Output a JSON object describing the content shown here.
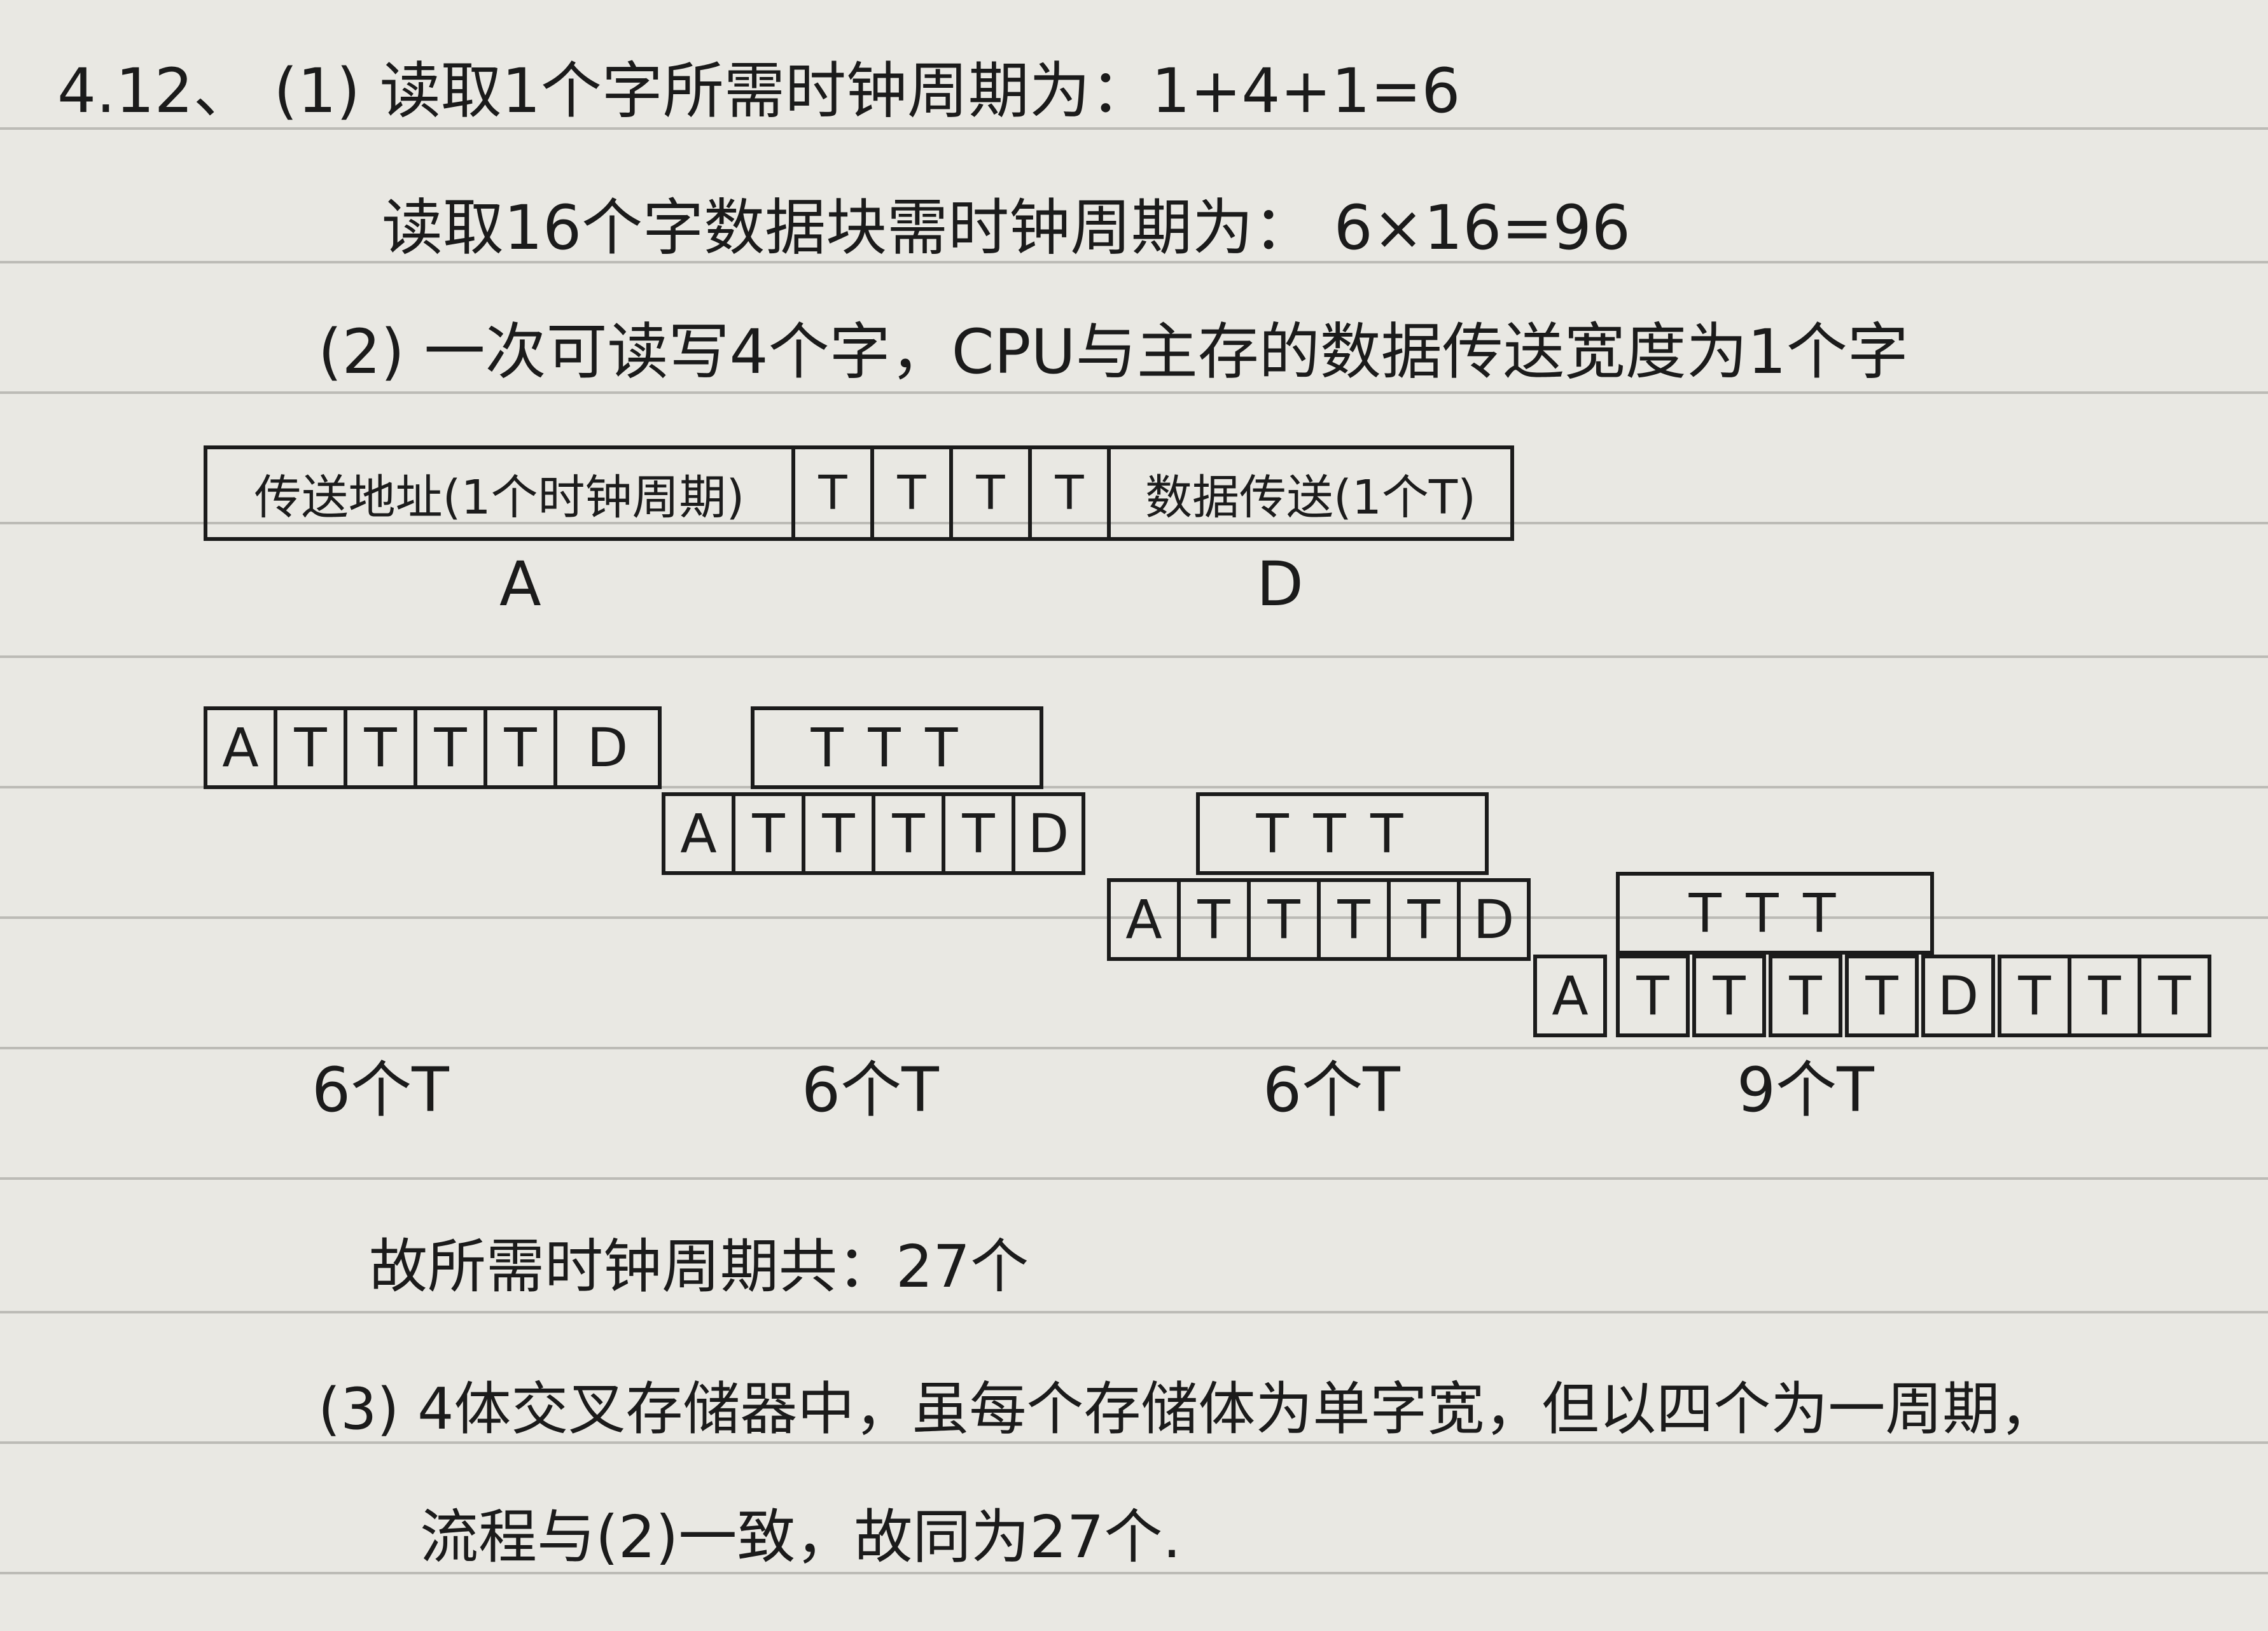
{
  "lines": {
    "q_header": "4.12、 (1) 读取1个字所需时钟周期为：1+4+1=6",
    "q1_block": "读取16个字数据块需时钟周期为： 6×16=96",
    "q2_intro": "(2) 一次可读写4个字，CPU与主存的数据传送宽度为1个字",
    "q2_total": "故所需时钟周期共：27个",
    "q3_line1": "(3) 4体交叉存储器中，虽每个存储体为单字宽，但以四个为一周期，",
    "q3_line2": "流程与(2)一致，故同为27个."
  },
  "legend": {
    "addr": "传送地址(1个时钟周期)",
    "t1": "T",
    "t2": "T",
    "t3": "T",
    "t4": "T",
    "data": "数据传送(1个T)",
    "label_a": "A",
    "label_d": "D"
  },
  "pipeline": {
    "cell_labels": [
      "A",
      "T",
      "T",
      "T",
      "T",
      "D"
    ],
    "ttt_label": "TTT",
    "tail_label": "T",
    "counts": [
      "6个T",
      "6个T",
      "6个T",
      "9个T"
    ]
  }
}
